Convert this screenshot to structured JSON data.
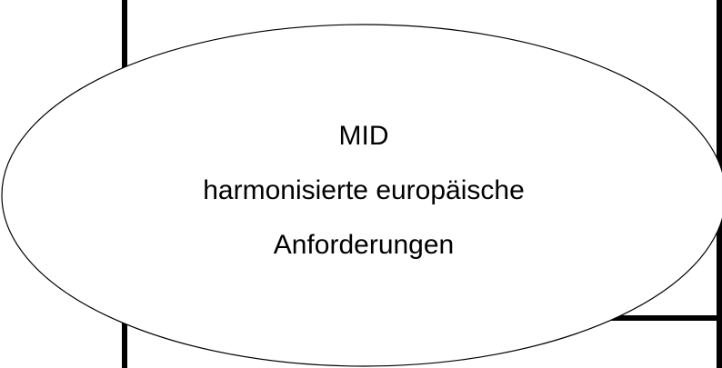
{
  "diagram": {
    "ellipse_text": {
      "line1": "MID",
      "line2": "harmonisierte europäische",
      "line3": "Anforderungen"
    },
    "colors": {
      "background": "#ffffff",
      "stroke": "#000000",
      "ellipse_fill": "#ffffff",
      "text": "#000000"
    }
  }
}
